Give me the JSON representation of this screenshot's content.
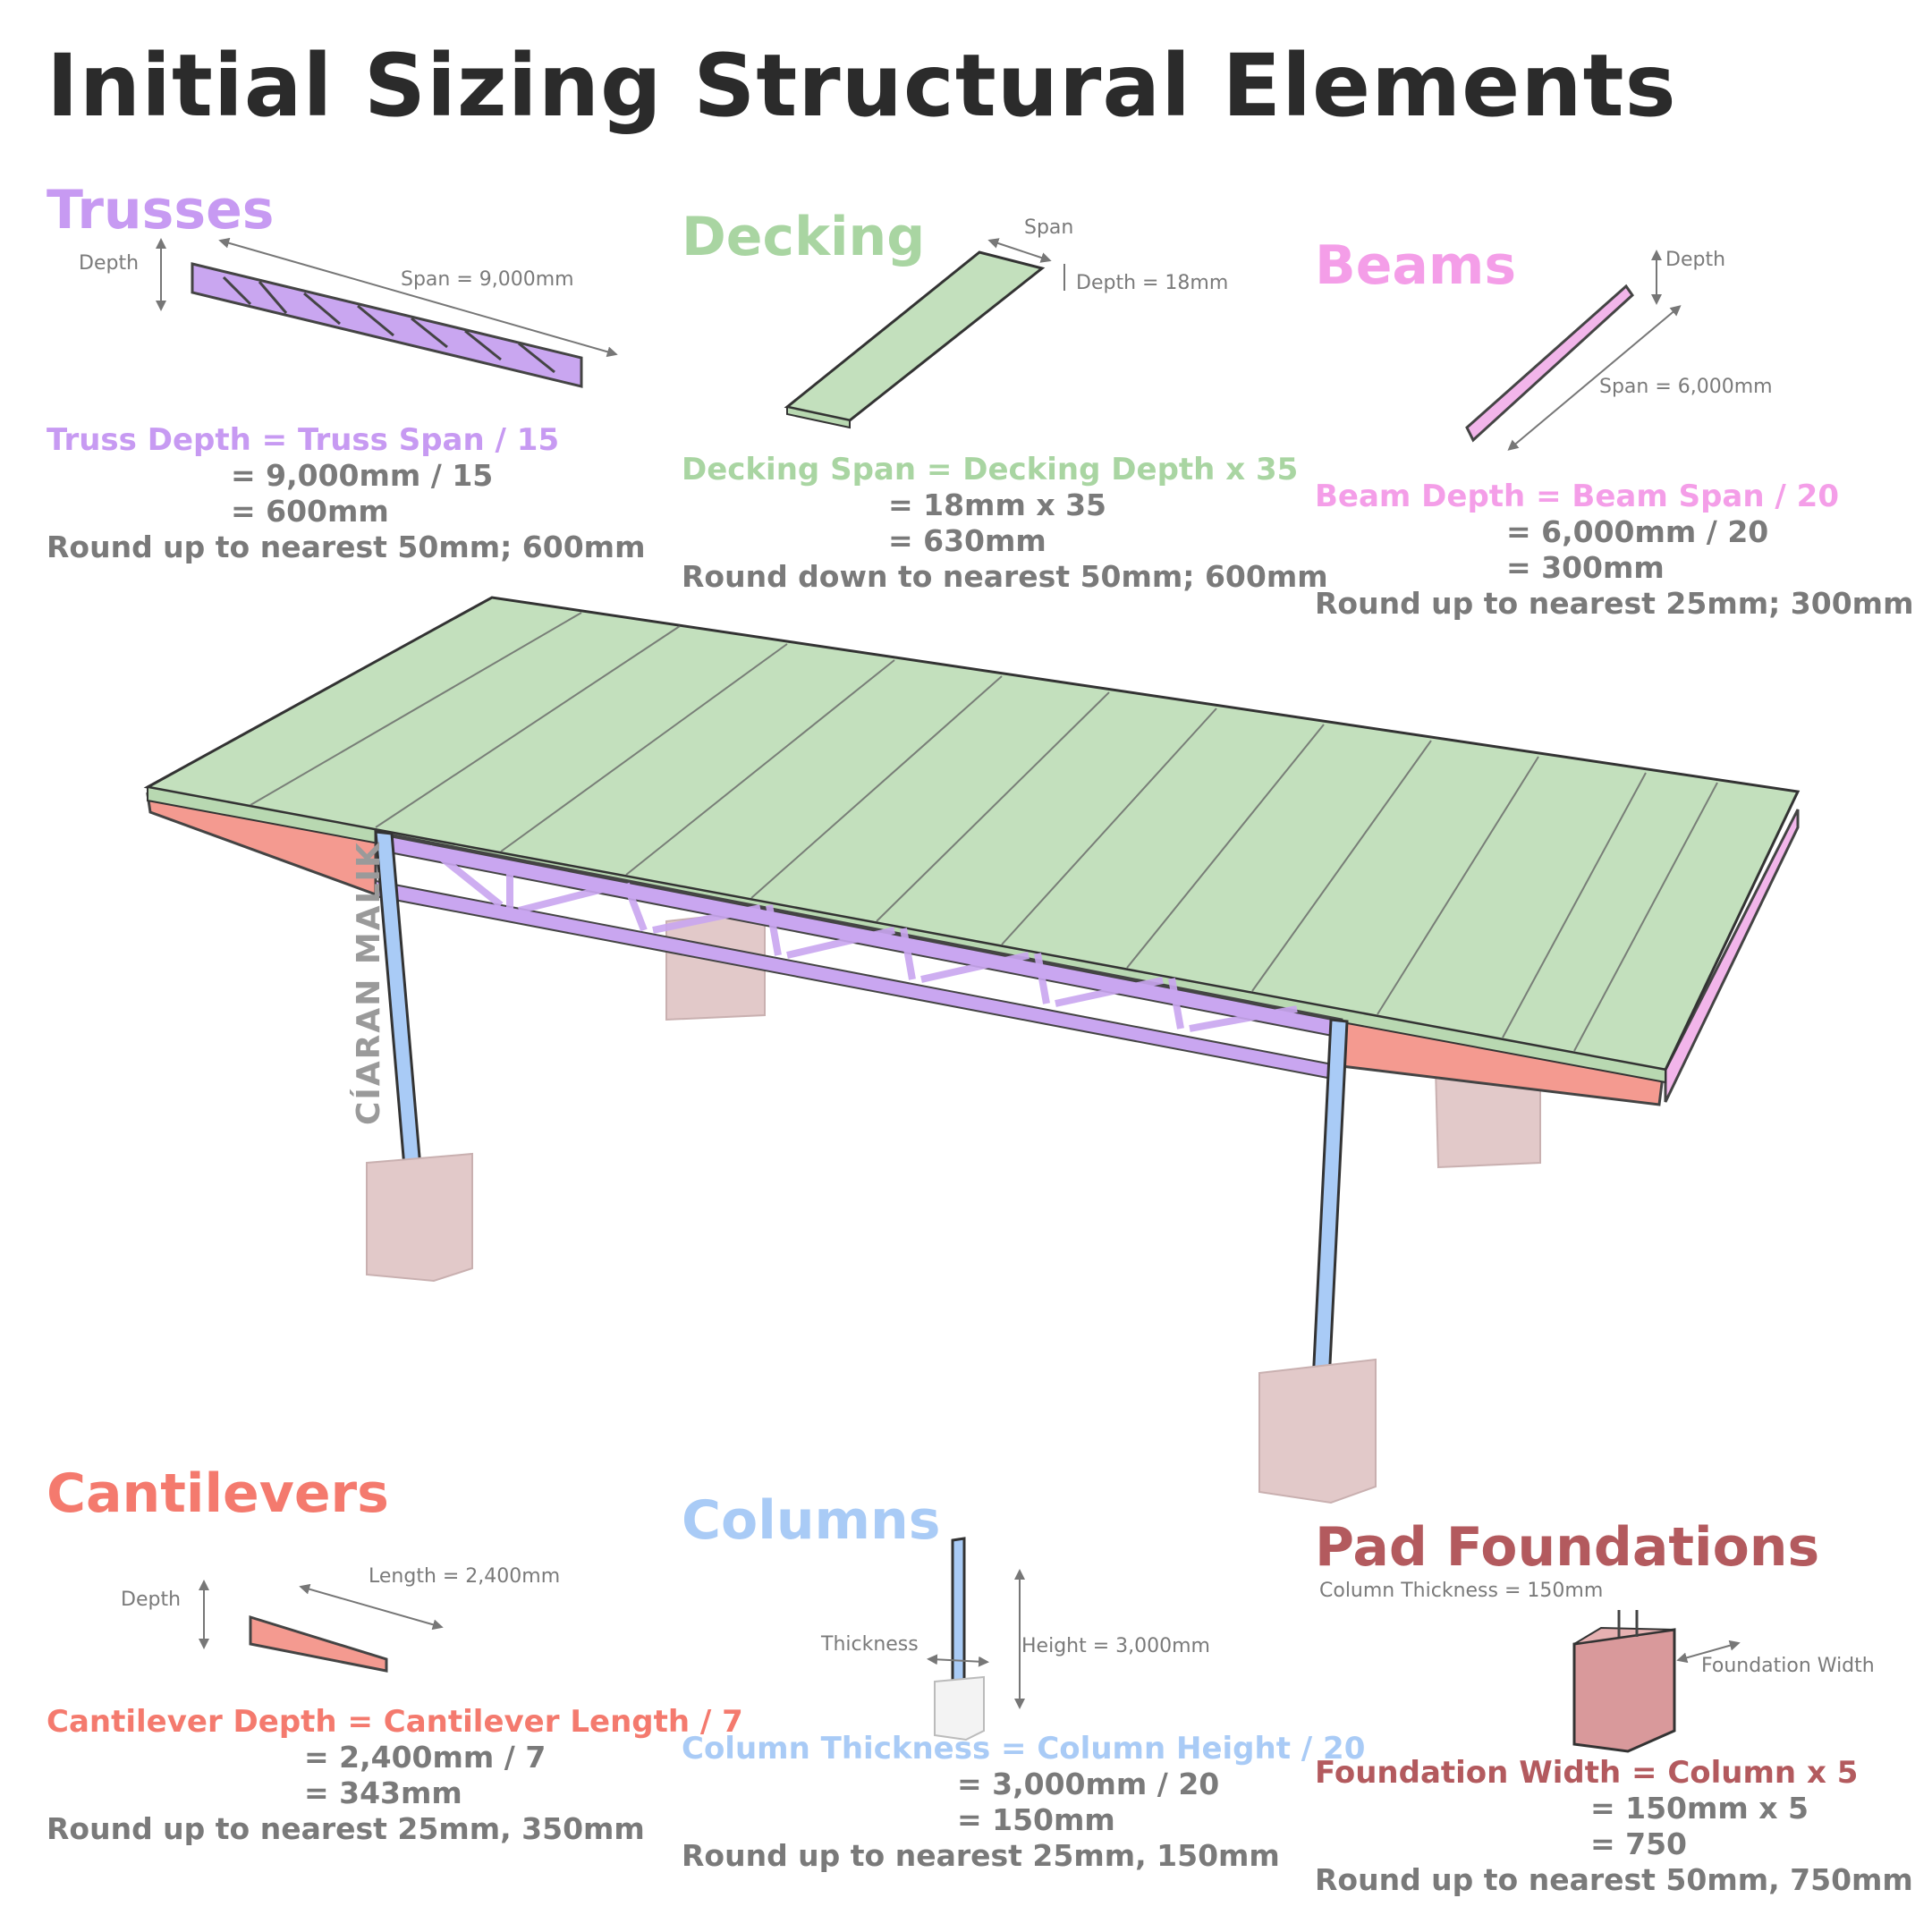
{
  "title": "Initial Sizing Structural Elements",
  "watermark": "CÍARAN MALIK",
  "colors": {
    "trusses": "#c79af2",
    "decking": "#a9d5a2",
    "beams": "#f49ee8",
    "cantilevers": "#f47a6e",
    "columns": "#a9cbf6",
    "pad_foundations": "#b35a5e",
    "gray_text": "#7a7a7a"
  },
  "sections": {
    "trusses": {
      "heading": "Trusses",
      "dims": {
        "depth": "Depth",
        "span": "Span = 9,000mm"
      },
      "formula": "Truss Depth = Truss Span / 15",
      "calc1": "= 9,000mm / 15",
      "calc2": "= 600mm",
      "note": "Round up to nearest 50mm; 600mm"
    },
    "decking": {
      "heading": "Decking",
      "dims": {
        "span": "Span",
        "depth": "Depth = 18mm"
      },
      "formula": "Decking Span = Decking Depth x 35",
      "calc1": "= 18mm x 35",
      "calc2": "= 630mm",
      "note": "Round down to nearest 50mm; 600mm"
    },
    "beams": {
      "heading": "Beams",
      "dims": {
        "depth": "Depth",
        "span": "Span = 6,000mm"
      },
      "formula": "Beam Depth = Beam Span / 20",
      "calc1": "= 6,000mm / 20",
      "calc2": "= 300mm",
      "note": "Round up to nearest 25mm; 300mm"
    },
    "cantilevers": {
      "heading": "Cantilevers",
      "dims": {
        "depth": "Depth",
        "length": "Length = 2,400mm"
      },
      "formula": "Cantilever Depth = Cantilever Length / 7",
      "calc1": "= 2,400mm / 7",
      "calc2": "= 343mm",
      "note": "Round up to nearest 25mm, 350mm"
    },
    "columns": {
      "heading": "Columns",
      "dims": {
        "thickness": "Thickness",
        "height": "Height = 3,000mm"
      },
      "formula": "Column Thickness = Column Height / 20",
      "calc1": "= 3,000mm / 20",
      "calc2": "= 150mm",
      "note": "Round up to nearest 25mm, 150mm"
    },
    "pad_foundations": {
      "heading": "Pad Foundations",
      "dims": {
        "column_thickness": "Column Thickness = 150mm",
        "width": "Foundation Width"
      },
      "formula": "Foundation Width = Column x 5",
      "calc1": "= 150mm x 5",
      "calc2": "= 750",
      "note": "Round up to nearest 50mm, 750mm"
    }
  }
}
